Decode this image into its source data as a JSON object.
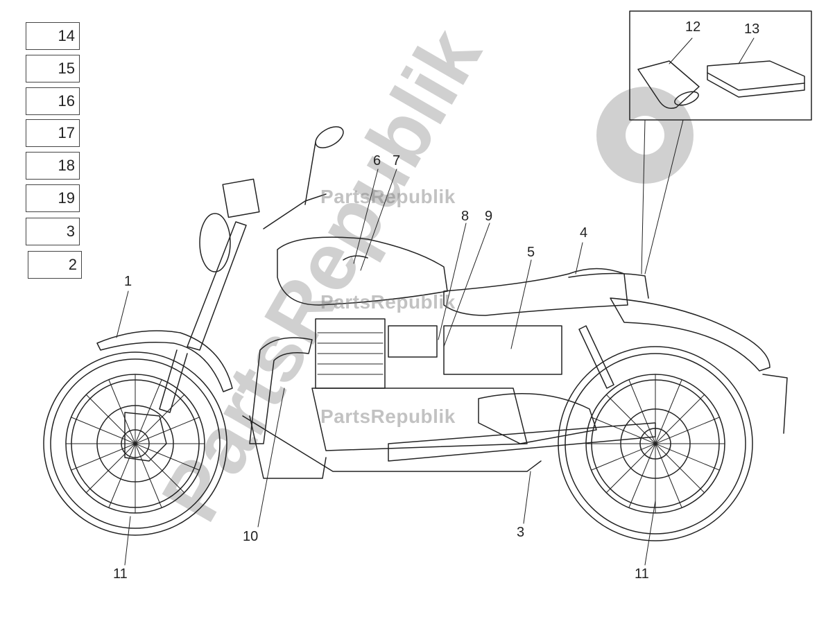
{
  "legend_boxes": [
    "14",
    "15",
    "16",
    "17",
    "18",
    "19",
    "3",
    "2"
  ],
  "callouts": {
    "c1": "1",
    "c3": "3",
    "c4": "4",
    "c5": "5",
    "c6": "6",
    "c7": "7",
    "c8": "8",
    "c9": "9",
    "c10": "10",
    "c11a": "11",
    "c11b": "11",
    "c12": "12",
    "c13": "13"
  },
  "watermark": {
    "text": "PartsRepublik",
    "big_text": "PartsRepublik",
    "icon": "gear-icon"
  },
  "colors": {
    "line": "#222222",
    "watermark": "#9a9a9a"
  }
}
